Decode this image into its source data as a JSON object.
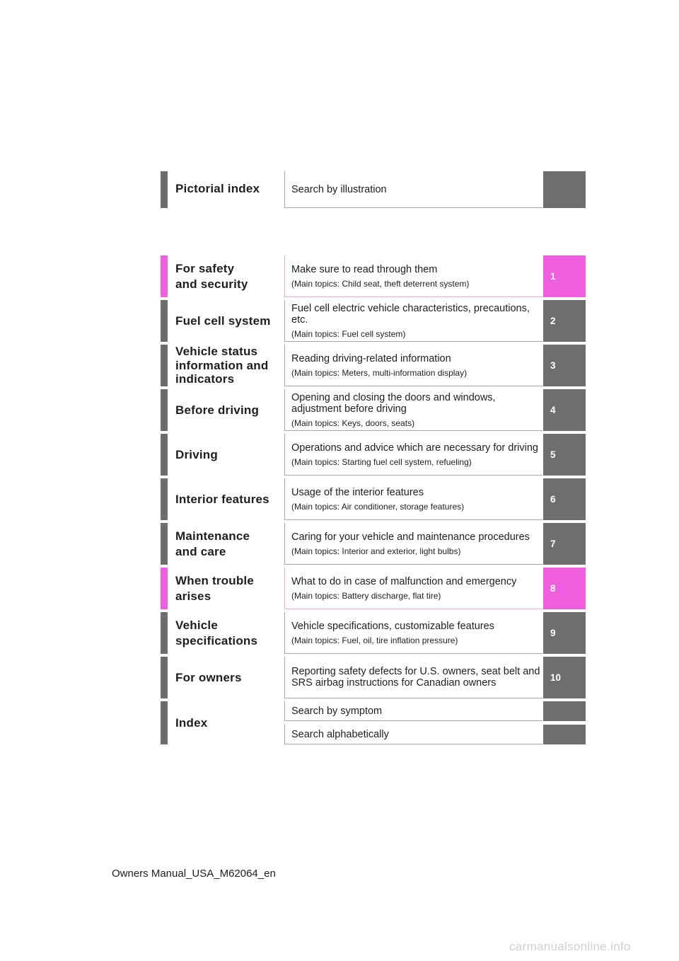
{
  "pictorial": {
    "title": "Pictorial index",
    "desc": "Search by illustration"
  },
  "sections": [
    {
      "title": "For safety\nand security",
      "main": "Make sure to read through them",
      "topics": "(Main topics: Child seat, theft deterrent system)",
      "tab": "1",
      "accent": "pink"
    },
    {
      "title": "Fuel cell system",
      "main": "Fuel cell electric vehicle characteristics, precautions, etc.",
      "topics": "(Main topics: Fuel cell system)",
      "tab": "2",
      "accent": "gray"
    },
    {
      "title": "Vehicle status information and indicators",
      "main": "Reading driving-related information",
      "topics": "(Main topics: Meters, multi-information display)",
      "tab": "3",
      "accent": "gray"
    },
    {
      "title": "Before driving",
      "main": "Opening and closing the doors and windows, adjustment before driving",
      "topics": "(Main topics: Keys, doors, seats)",
      "tab": "4",
      "accent": "gray"
    },
    {
      "title": "Driving",
      "main": "Operations and advice which are necessary for driving",
      "topics": "(Main topics: Starting fuel cell system, refueling)",
      "tab": "5",
      "accent": "gray"
    },
    {
      "title": "Interior features",
      "main": "Usage of the interior features",
      "topics": "(Main topics: Air conditioner, storage features)",
      "tab": "6",
      "accent": "gray"
    },
    {
      "title": "Maintenance\nand care",
      "main": "Caring for your vehicle and maintenance procedures",
      "topics": "(Main topics: Interior and exterior, light bulbs)",
      "tab": "7",
      "accent": "gray"
    },
    {
      "title": "When trouble\narises",
      "main": "What to do in case of malfunction and emergency",
      "topics": "(Main topics: Battery discharge, flat tire)",
      "tab": "8",
      "accent": "pink"
    },
    {
      "title": "Vehicle\nspecifications",
      "main": "Vehicle specifications, customizable features",
      "topics": "(Main topics: Fuel, oil, tire inflation pressure)",
      "tab": "9",
      "accent": "gray"
    },
    {
      "title": "For owners",
      "main": "Reporting safety defects for U.S. owners, seat belt and SRS airbag instructions for Canadian owners",
      "topics": "",
      "tab": "10",
      "accent": "gray"
    }
  ],
  "index": {
    "title": "Index",
    "by_symptom": "Search by symptom",
    "alphabetical": "Search alphabetically"
  },
  "footer": "Owners Manual_USA_M62064_en",
  "watermark": "carmanualsonline.info",
  "colors": {
    "gray": "#6e6e6f",
    "pink": "#f25ee0"
  }
}
